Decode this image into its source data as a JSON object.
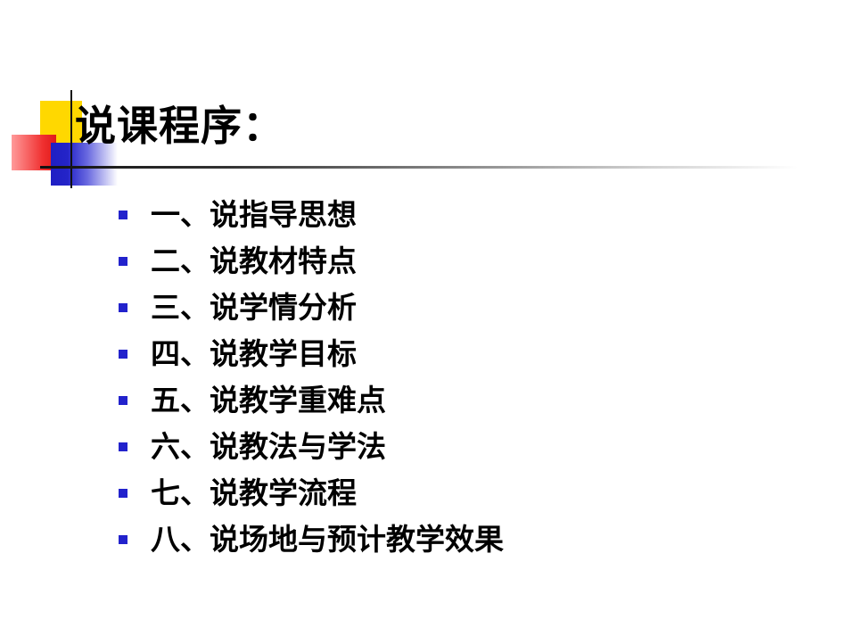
{
  "slide": {
    "title": "说课程序：",
    "items": [
      {
        "label": "一、说指导思想"
      },
      {
        "label": "二、说教材特点"
      },
      {
        "label": "三、说学情分析"
      },
      {
        "label": "四、说教学目标"
      },
      {
        "label": "五、说教学重难点"
      },
      {
        "label": "六、说教法与学法"
      },
      {
        "label": "七、说教学流程"
      },
      {
        "label": "八、说场地与预计教学效果"
      }
    ]
  },
  "colors": {
    "bullet": "#2222cc",
    "accent_yellow": "#ffd800",
    "accent_red": "#e01a1a",
    "accent_blue": "#2424c8"
  }
}
